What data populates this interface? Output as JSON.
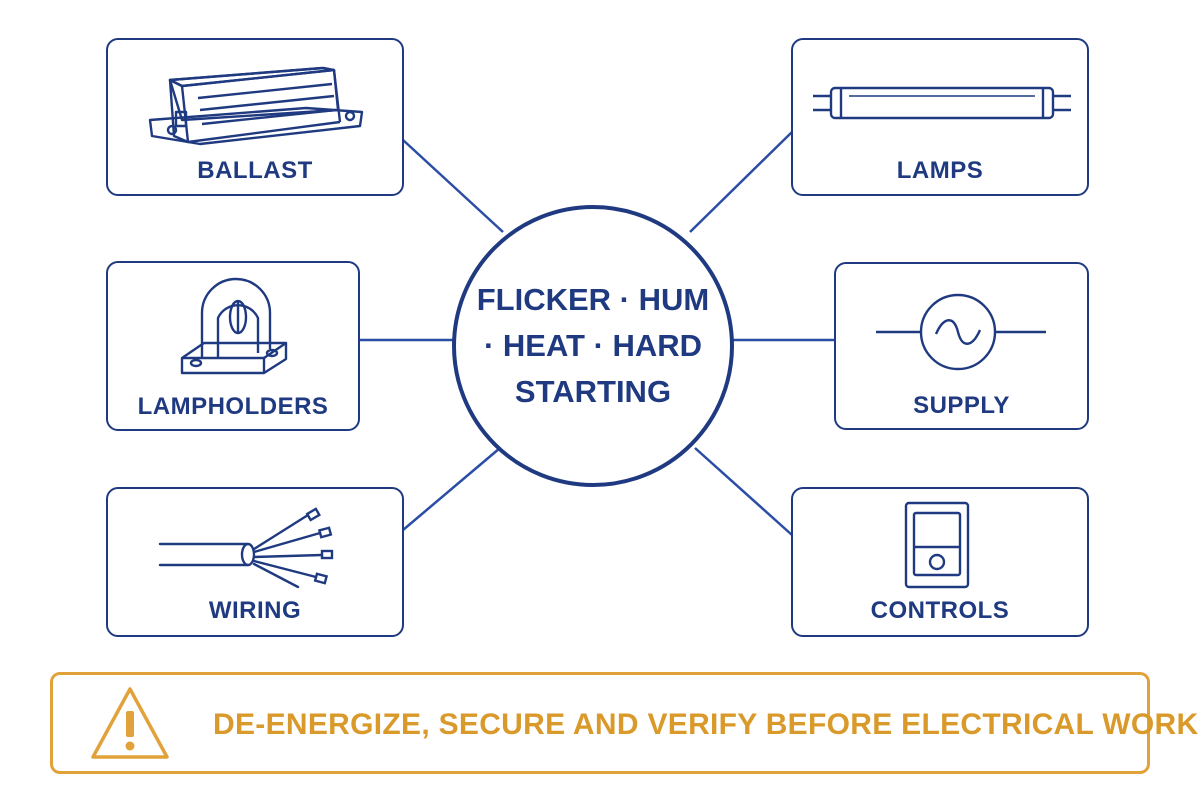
{
  "center": {
    "title": "FLICKER · HUM · HEAT · HARD STARTING"
  },
  "components": {
    "ballast": "BALLAST",
    "lamps": "LAMPS",
    "lampholders": "LAMPHOLDERS",
    "supply": "SUPPLY",
    "wiring": "WIRING",
    "controls": "CONTROLS"
  },
  "icons": {
    "ballast": "ballast-icon",
    "lamps": "fluorescent-tube-icon",
    "lampholders": "lampholder-icon",
    "supply": "ac-supply-icon",
    "wiring": "wire-bundle-icon",
    "controls": "wall-switch-icon",
    "warning": "warning-triangle-icon"
  },
  "warning": {
    "text": "DE-ENERGIZE, SECURE AND VERIFY BEFORE ELECTRICAL WORK"
  },
  "colors": {
    "primary": "#1f3a80",
    "connector": "#2a4da6",
    "warning": "#e2a23a",
    "warning_text": "#d99a2b"
  }
}
